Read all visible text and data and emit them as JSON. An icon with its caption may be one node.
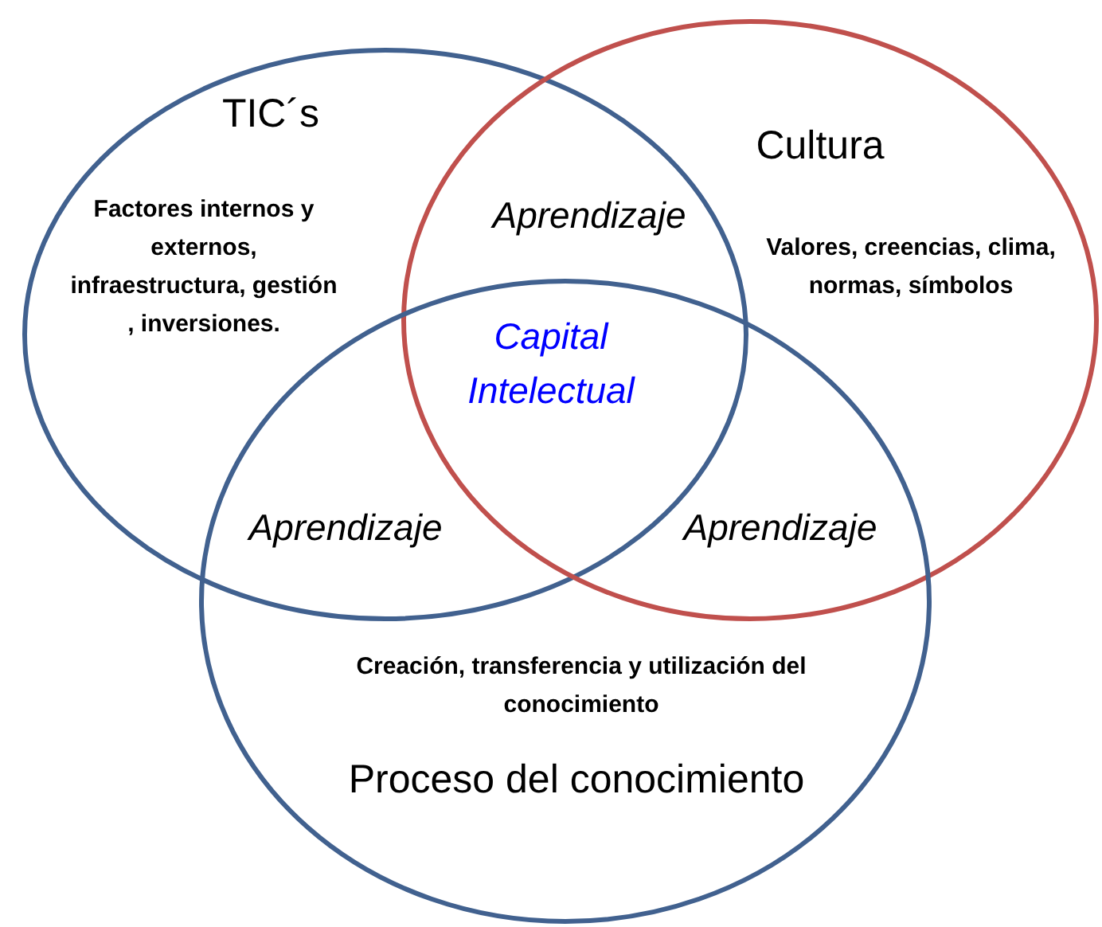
{
  "diagram": {
    "nodes": [
      {
        "text": [
          "TIC´s",
          "Factores internos y externos, infraestructura, gestión , inversiones."
        ]
      },
      {
        "text": [
          "Cultura",
          "Valores, creencias, clima, normas, símbolos"
        ]
      },
      {
        "text": [
          "Creación, transferencia y utilización del conocimiento",
          "Proceso del conocimiento"
        ]
      }
    ],
    "labels": [
      "Aprendizaje",
      "Capital Intelectual",
      "Aprendizaje",
      "Aprendizaje"
    ]
  }
}
